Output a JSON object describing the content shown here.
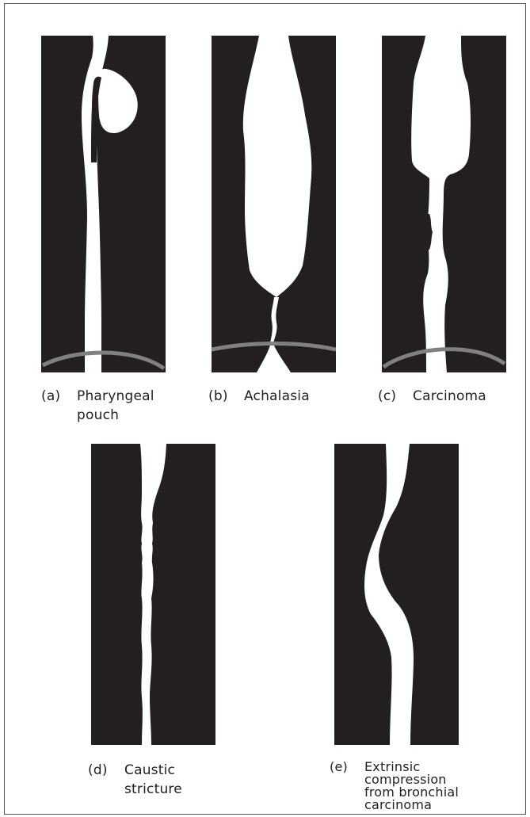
{
  "colors": {
    "background": "#231f20",
    "lumen": "#ffffff",
    "diaphragm": "#808080",
    "caption_text": "#231f20"
  },
  "figures": [
    {
      "id": "a",
      "letter": "(a)",
      "label": "Pharyngeal\npouch"
    },
    {
      "id": "b",
      "letter": "(b)",
      "label": "Achalasia"
    },
    {
      "id": "c",
      "letter": "(c)",
      "label": "Carcinoma"
    },
    {
      "id": "d",
      "letter": "(d)",
      "label": "Caustic\nstricture"
    },
    {
      "id": "e",
      "letter": "(e)",
      "label": "Extrinsic\ncompression\nfrom bronchial\ncarcinoma"
    }
  ]
}
